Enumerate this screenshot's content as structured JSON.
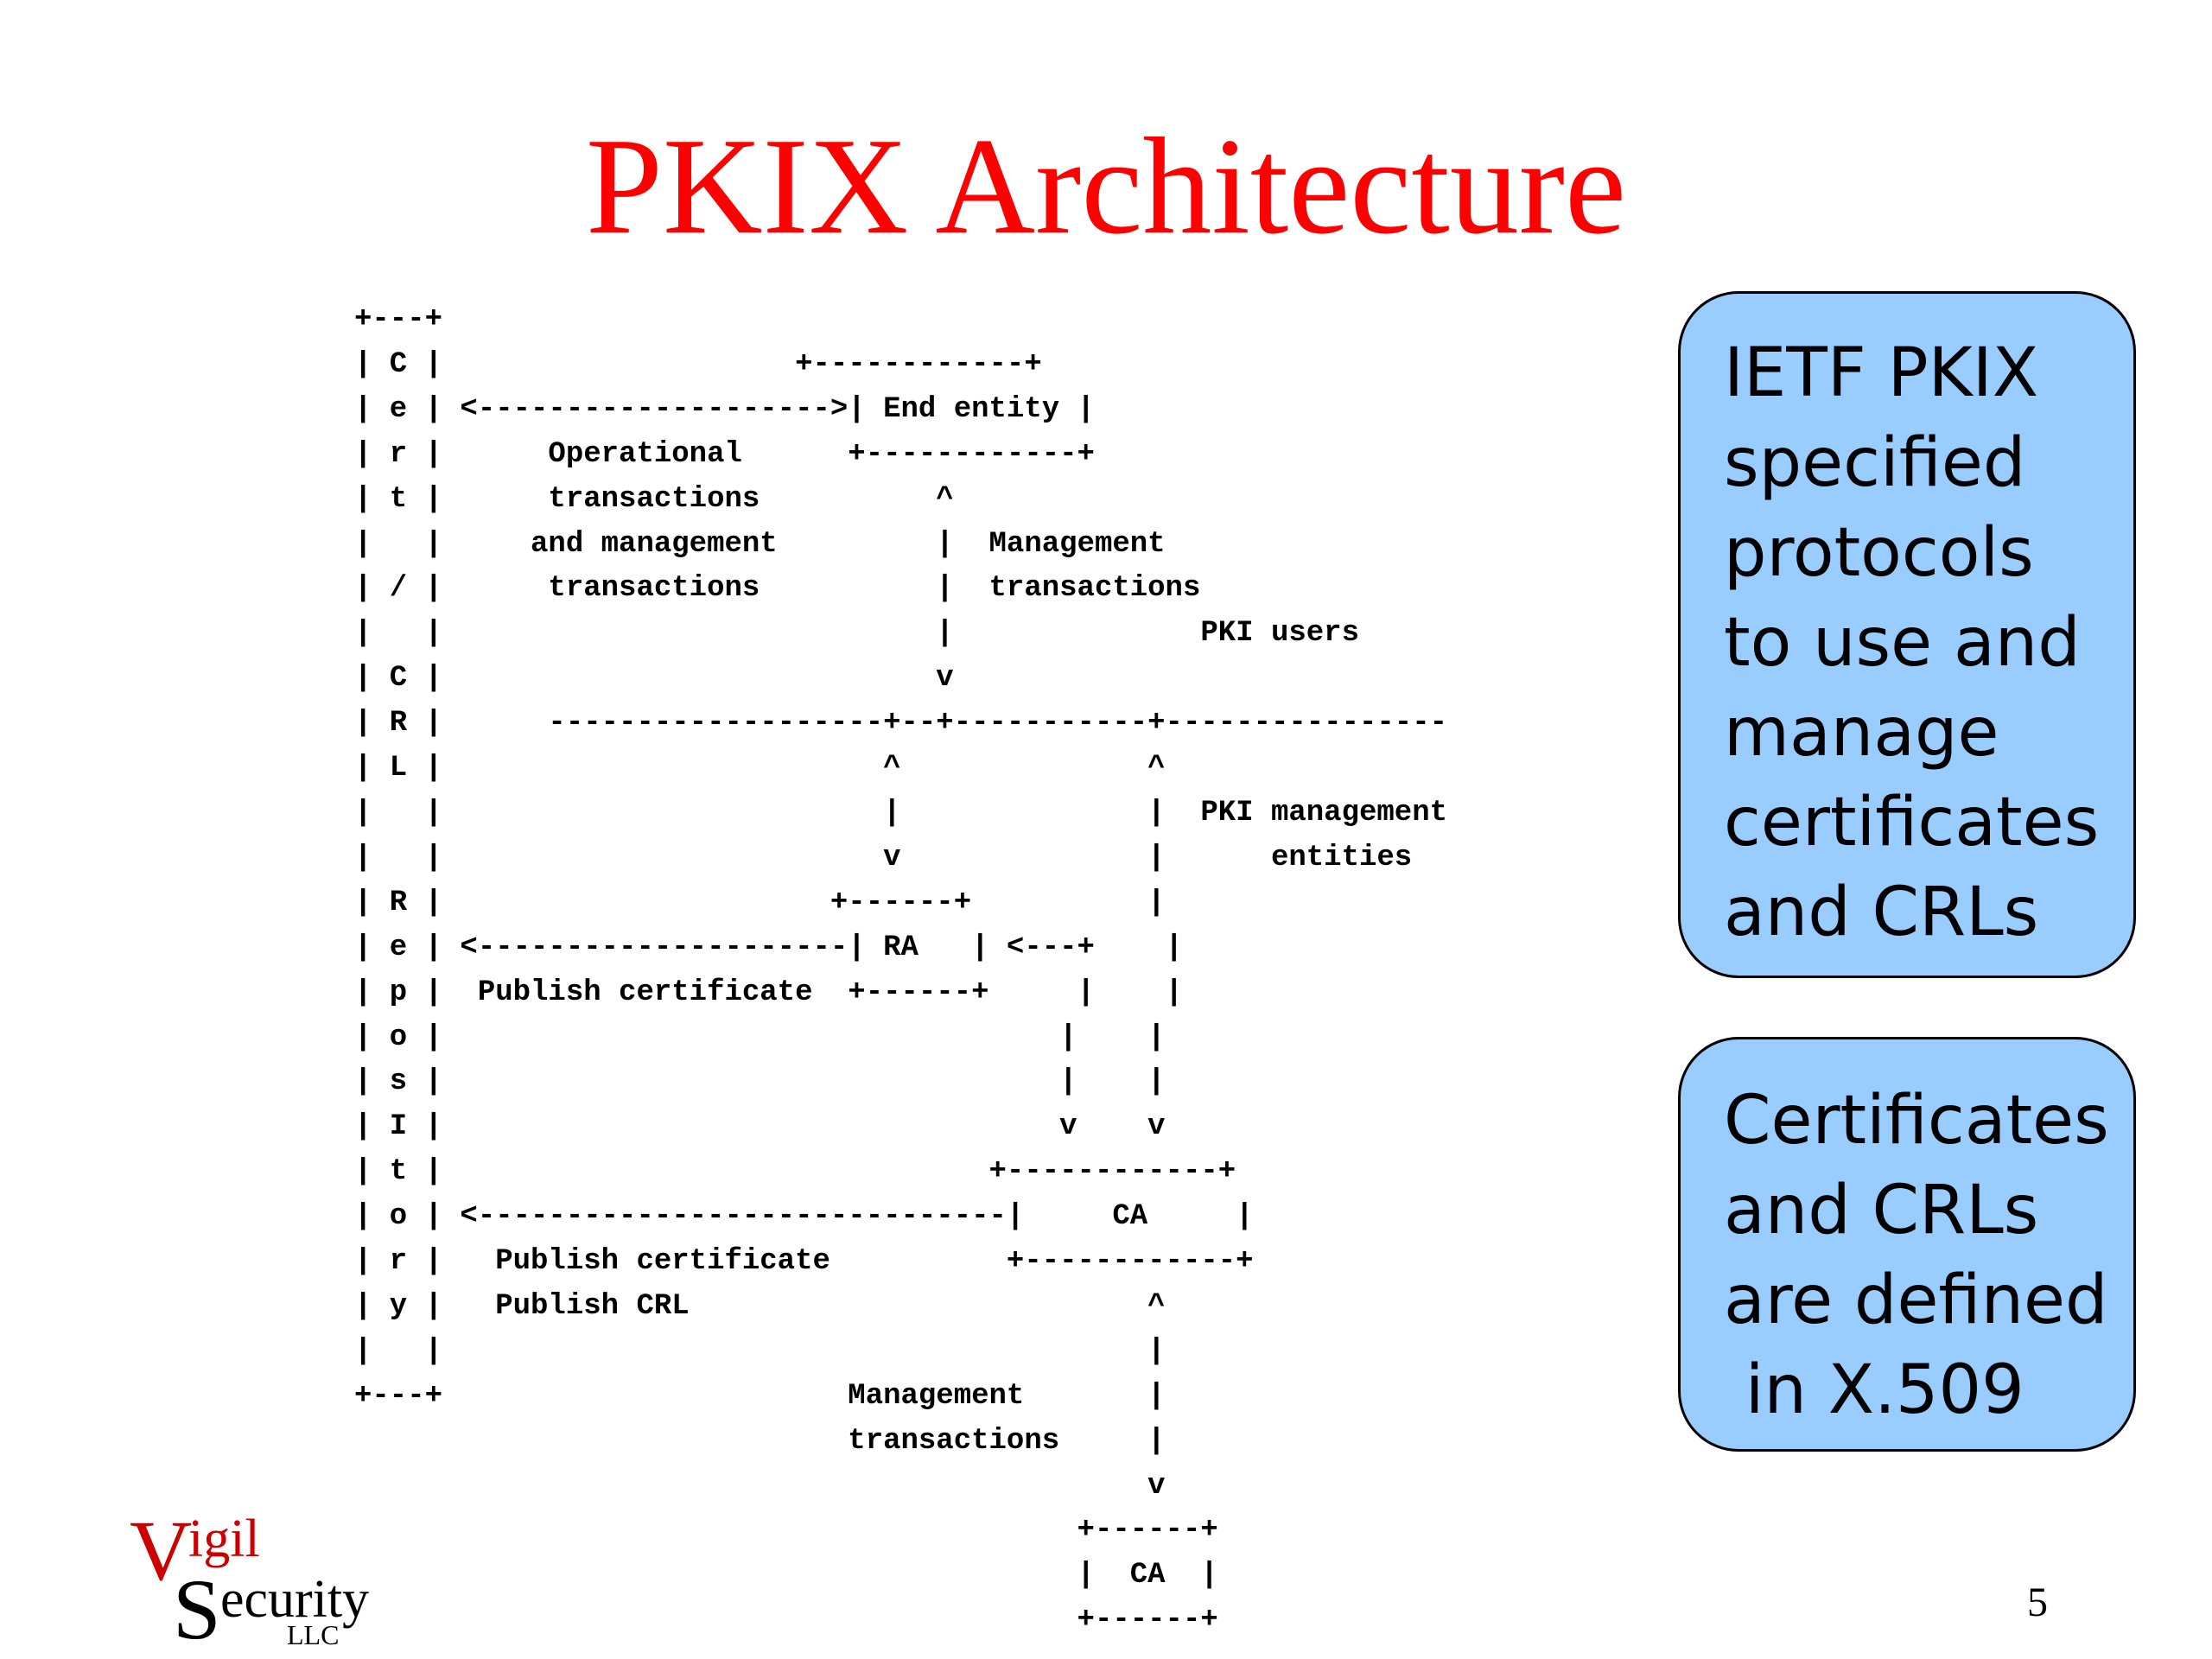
{
  "slide": {
    "title": "PKIX Architecture",
    "page_number": "5"
  },
  "diagram": {
    "ascii": "+---+\n| C |                    +------------+\n| e | <-------------------->| End entity |\n| r |      Operational      +------------+\n| t |      transactions          ^\n|   |     and management         |  Management\n| / |      transactions          |  transactions\n|   |                            |              PKI users\n| C |                            v\n| R |      -------------------+--+-----------+----------------\n| L |                         ^              ^\n|   |                         |              |  PKI management\n|   |                         v              |      entities\n| R |                      +------+          |\n| e | <---------------------| RA   | <---+    |\n| p |  Publish certificate  +------+     |    |\n| o |                                   |    |\n| s |                                   |    |\n| I |                                   v    v\n| t |                               +------------+\n| o | <------------------------------|     CA     |\n| r |   Publish certificate          +------------+\n| y |   Publish CRL                          ^\n|   |                                        |\n+---+                       Management       |\n                            transactions     |\n                                             v\n                                         +------+\n                                         |  CA  |\n                                         +------+"
  },
  "callouts": [
    {
      "text": "IETF PKIX\nspecified\nprotocols\nto use and\nmanage\ncertificates\nand CRLs"
    },
    {
      "text": "Certificates\nand CRLs\nare defined\n in X.509"
    }
  ],
  "logo": {
    "v": "V",
    "igil": "igil",
    "s": "S",
    "ecurity": "ecurity",
    "llc": "LLC"
  },
  "colors": {
    "title": "#ff0000",
    "callout_fill": "#99ccff",
    "logo_red": "#cc0000"
  }
}
